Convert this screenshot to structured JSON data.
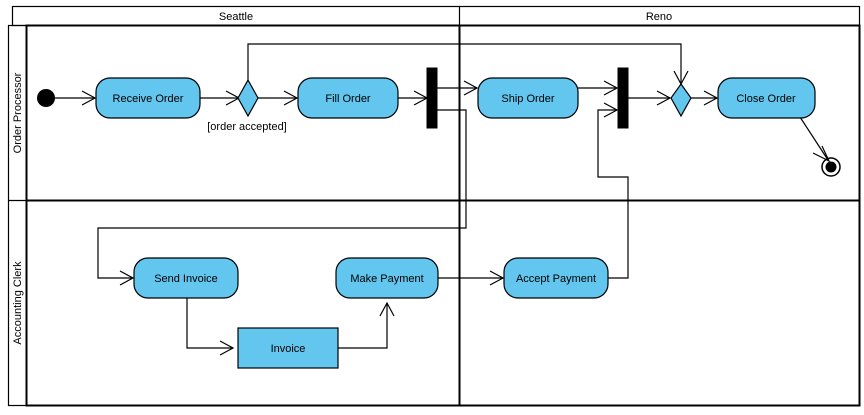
{
  "diagram": {
    "type": "uml-activity-diagram-swimlanes",
    "columns": [
      {
        "id": "seattle",
        "label": "Seattle"
      },
      {
        "id": "reno",
        "label": "Reno"
      }
    ],
    "rows": [
      {
        "id": "order-processor",
        "label": "Order Processor"
      },
      {
        "id": "accounting-clerk",
        "label": "Accounting Clerk"
      }
    ],
    "colors": {
      "node_fill": "#62c6ef",
      "node_stroke": "#000000",
      "background": "#ffffff",
      "text": "#000000"
    },
    "nodes": {
      "initial": {
        "name": "initial-node",
        "kind": "initial"
      },
      "receive_order": {
        "name": "Receive Order",
        "kind": "action"
      },
      "decision": {
        "name": "decision-node",
        "kind": "decision"
      },
      "fill_order": {
        "name": "Fill Order",
        "kind": "action"
      },
      "fork": {
        "name": "fork-node",
        "kind": "fork"
      },
      "ship_order": {
        "name": "Ship Order",
        "kind": "action"
      },
      "join": {
        "name": "join-node",
        "kind": "join"
      },
      "merge": {
        "name": "merge-node",
        "kind": "merge"
      },
      "close_order": {
        "name": "Close Order",
        "kind": "action"
      },
      "final": {
        "name": "final-node",
        "kind": "final"
      },
      "send_invoice": {
        "name": "Send Invoice",
        "kind": "action"
      },
      "invoice": {
        "name": "Invoice",
        "kind": "object"
      },
      "make_payment": {
        "name": "Make Payment",
        "kind": "action"
      },
      "accept_payment": {
        "name": "Accept Payment",
        "kind": "action"
      }
    },
    "guards": {
      "order_accepted": "[order accepted]"
    }
  }
}
